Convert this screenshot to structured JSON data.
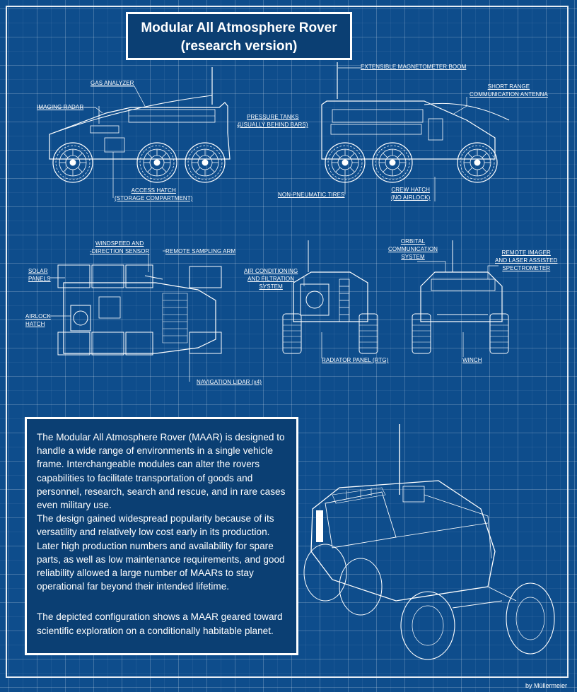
{
  "title": {
    "line1": "Modular All Atmosphere Rover",
    "line2": "(research version)"
  },
  "labels": {
    "gas_analyzer": "GAS ANALYZER",
    "imaging_radar": "IMAGING RADAR",
    "pressure_tanks_1": "PRESSURE TANKS",
    "pressure_tanks_2": "(USUALLY BEHIND BARS)",
    "access_hatch_1": "ACCESS HATCH",
    "access_hatch_2": "(STORAGE COMPARTMENT)",
    "magnetometer_boom": "EXTENSIBLE MAGNETOMETER BOOM",
    "short_range_1": "SHORT RANGE",
    "short_range_2": "COMMUNICATION ANTENNA",
    "non_pneumatic_tires": "NON-PNEUMATIC TIRES",
    "crew_hatch_1": "CREW HATCH",
    "crew_hatch_2": "(NO AIRLOCK)",
    "windspeed_1": "WINDSPEED AND",
    "windspeed_2": "-DIRECTION SENSOR",
    "remote_sampling_arm": "REMOTE SAMPLING ARM",
    "solar_panels_1": "SOLAR",
    "solar_panels_2": "PANELS",
    "airlock_hatch_1": "AIRLOCK",
    "airlock_hatch_2": "HATCH",
    "navigation_lidar": "NAVIGATION LIDAR (x4)",
    "air_conditioning_1": "AIR CONDITIONING",
    "air_conditioning_2": "AND FILTRATION",
    "air_conditioning_3": "SYSTEM",
    "radiator_panel": "RADIATOR PANEL (RTG)",
    "orbital_comm_1": "ORBITAL",
    "orbital_comm_2": "COMMUNICATION",
    "orbital_comm_3": "SYSTEM",
    "remote_imager_1": "REMOTE IMAGER",
    "remote_imager_2": "AND LASER ASSISTED",
    "remote_imager_3": "SPECTROMETER",
    "winch": "WINCH"
  },
  "description": {
    "paragraph1": "The Modular All Atmosphere Rover (MAAR) is designed to handle a wide range of environments in a single vehicle frame. Interchangeable modules can alter the rovers capabilities to facilitate transportation of goods and personnel, research, search and rescue, and in rare cases even military use.",
    "paragraph2": "The design gained widespread popularity because of its versatility and relatively low cost early in its production. Later high production numbers and availability for spare parts, as well as low maintenance requirements, and good reliability allowed a large number of MAARs to stay operational far beyond their intended lifetime.",
    "paragraph3": "The depicted configuration shows a MAAR geared toward scientific exploration on a conditionally habitable planet."
  },
  "credit": "by Müllermeier",
  "colors": {
    "background": "#0e4d8c",
    "panel": "#0b3f73",
    "line": "#ffffff"
  }
}
